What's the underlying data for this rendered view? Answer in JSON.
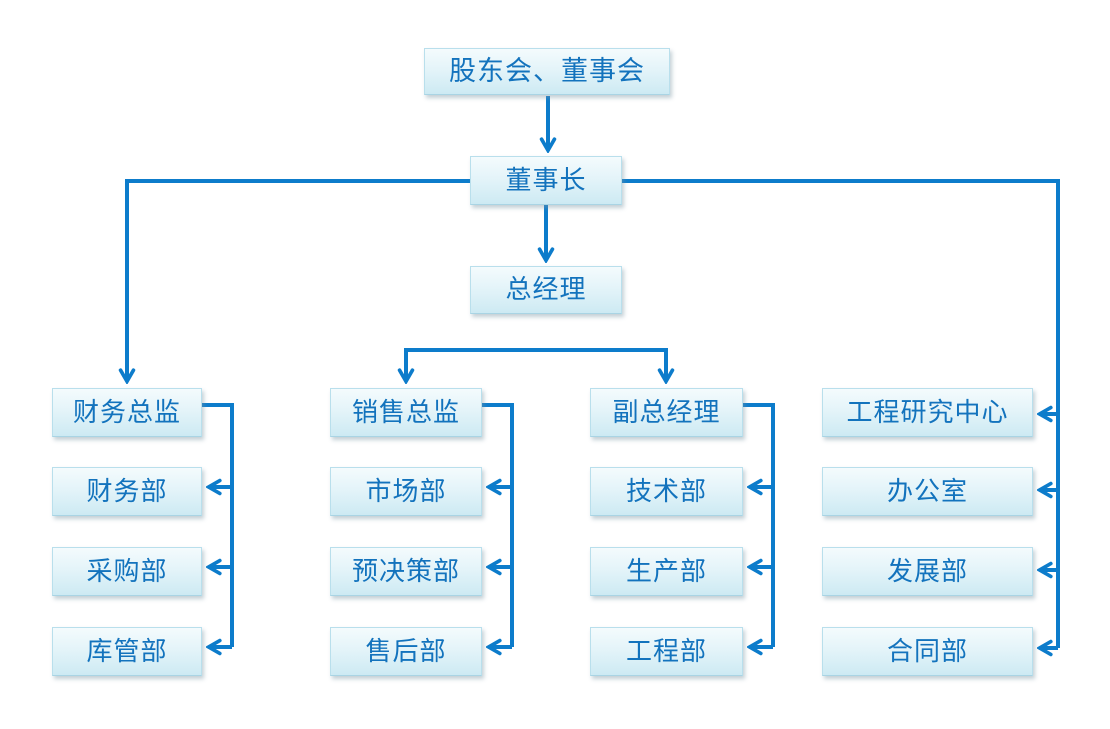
{
  "diagram": {
    "type": "org-chart",
    "root": {
      "label": "股东会、董事会"
    },
    "level2": {
      "label": "董事长"
    },
    "level3": {
      "label": "总经理"
    },
    "columns": [
      {
        "head": "财务总监",
        "depts": [
          "财务部",
          "采购部",
          "库管部"
        ]
      },
      {
        "head": "销售总监",
        "depts": [
          "市场部",
          "预决策部",
          "售后部"
        ]
      },
      {
        "head": "副总经理",
        "depts": [
          "技术部",
          "生产部",
          "工程部"
        ]
      },
      {
        "head": "工程研究中心",
        "depts": [
          "办公室",
          "发展部",
          "合同部"
        ]
      }
    ],
    "colors": {
      "connector": "#0d7ccb",
      "node_text": "#1373bd",
      "node_fill_top": "#f4fbfd",
      "node_fill_bottom": "#cdeaf3",
      "node_border": "#b9dfec",
      "background": "#ffffff"
    }
  }
}
